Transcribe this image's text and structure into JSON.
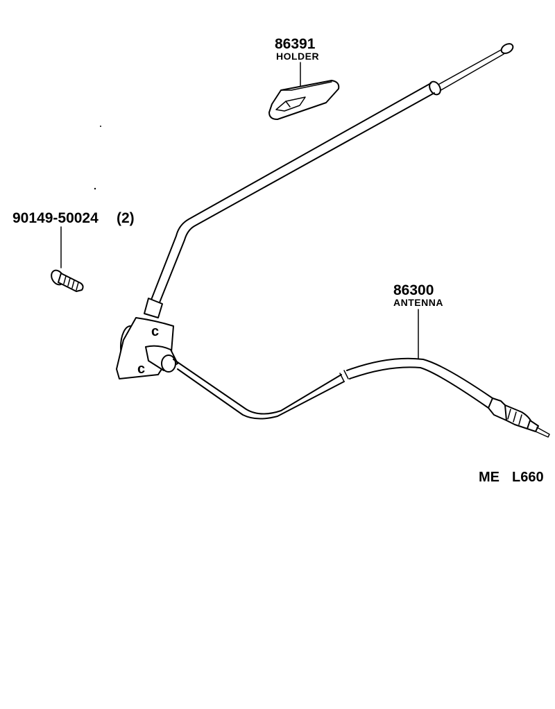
{
  "parts": {
    "holder": {
      "number": "86391",
      "name": "HOLDER"
    },
    "screw": {
      "number": "90149-50024",
      "qty": "(2)"
    },
    "antenna": {
      "number": "86300",
      "name": "ANTENNA"
    }
  },
  "diagram_code": {
    "prefix": "ME",
    "number": "L660"
  },
  "icons": [
    "holder-clip-icon",
    "screw-icon",
    "antenna-mast-icon",
    "antenna-base-icon",
    "antenna-cable-icon",
    "antenna-plug-icon"
  ]
}
